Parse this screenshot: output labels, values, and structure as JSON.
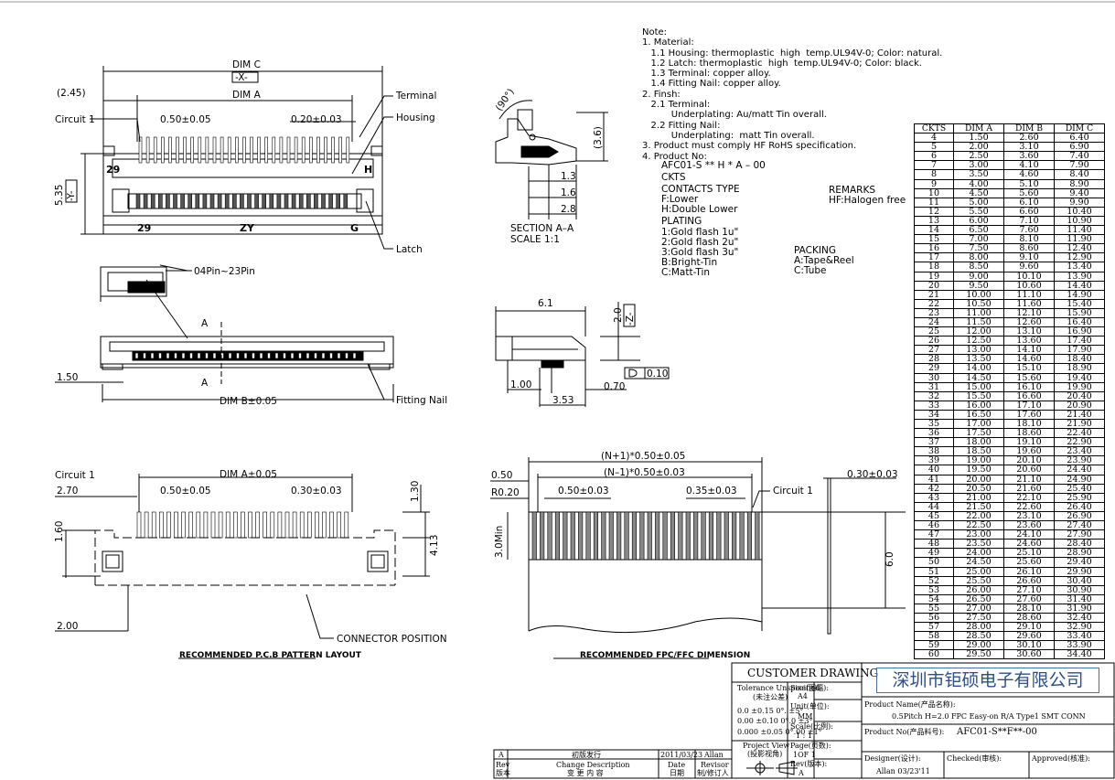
{
  "top_view": {
    "dim_c": "DIM C",
    "x_datum": "-X-",
    "dim_a": "DIM A",
    "offset": "(2.45)",
    "circuit1": "Circuit 1",
    "pitch": "0.50±0.05",
    "pitch_end": "0.20±0.03",
    "terminal": "Terminal",
    "housing": "Housing",
    "height": "5.35",
    "y_datum": "-Y-",
    "mark_29_top": "29",
    "mark_h": "H",
    "mark_29": "29",
    "mark_zy": "ZY",
    "mark_g": "G",
    "latch": "Latch"
  },
  "side_view": {
    "pins": "04Pin~23Pin",
    "a_label_top": "A",
    "a_label_bottom": "A",
    "offset": "1.50",
    "dim_b": "DIM B±0.05",
    "fitting_nail": "Fitting Nail"
  },
  "section": {
    "angle": "(90°)",
    "h": "(3.6)",
    "d1": "1.3",
    "d2": "1.6",
    "d3": "2.8",
    "title": "SECTION  A–A",
    "scale": "SCALE     1:1"
  },
  "end_view": {
    "width": "6.1",
    "height": "2.0",
    "z_datum": "-Z-",
    "flat": "0.10",
    "d100": "1.00",
    "d070": "0.70",
    "d353": "3.53"
  },
  "notes": [
    "Note:",
    "1. Material:",
    "   1.1 Housing: thermoplastic  high  temp.UL94V-0; Color: natural.",
    "   1.2 Latch: thermoplastic  high  temp.UL94V-0; Color: black.",
    "   1.3 Terminal: copper alloy.",
    "   1.4 Fitting Nail: copper alloy.",
    "2. Finsh:",
    "   2.1 Terminal:",
    "          Underplating: Au/matt Tin overall.",
    "   2.2 Fitting Nail:",
    "          Underplating:  matt Tin overall.",
    "3. Product must comply HF RoHS specification.",
    "4. Product No:"
  ],
  "product_code": {
    "code": "AFC01-S   **    H    *    A  –  00",
    "ckts": "CKTS",
    "contacts_type": "CONTACTS TYPE",
    "f": "F:Lower",
    "h": "H:Double Lower",
    "plating": "PLATING",
    "p1": "1:Gold flash 1u\"",
    "p2": "2:Gold flash 2u\"",
    "p3": "3:Gold flash 3u\"",
    "pb": "B:Bright-Tin",
    "pc": "C:Matt-Tin",
    "remarks": "REMARKS",
    "hf": "HF:Halogen free",
    "packing": "PACKING",
    "pa": "A:Tape&Reel",
    "pc2": "C:Tube"
  },
  "pcb": {
    "circuit1": "Circuit 1",
    "dim_a": "DIM A±0.05",
    "d270": "2.70",
    "pitch": "0.50±0.05",
    "pitch_end": "0.30±0.03",
    "d130": "1.30",
    "d160": "1.60",
    "d413": "4.13",
    "d200": "2.00",
    "connector_position": "CONNECTOR POSITION",
    "title": "RECOMMENDED P.C.B PATTERN LAYOUT"
  },
  "ffc": {
    "np1": "(N+1)*0.50±0.05",
    "nm1": "(N–1)*0.50±0.03",
    "d050": "0.50",
    "r020": "R0.20",
    "pitch": "0.50±0.03",
    "pitch_end": "0.35±0.03",
    "circuit1": "Circuit 1",
    "min": "3.0Min",
    "d60": "6.0",
    "thick": "0.30±0.03",
    "title": "RECOMMENDED FPC/FFC DIMENSION"
  },
  "table": {
    "headers": [
      "CKTS",
      "DIM A",
      "DIM B",
      "DIM C"
    ],
    "rows": [
      [
        "4",
        "1.50",
        "2.60",
        "6.40"
      ],
      [
        "5",
        "2.00",
        "3.10",
        "6.90"
      ],
      [
        "6",
        "2.50",
        "3.60",
        "7.40"
      ],
      [
        "7",
        "3.00",
        "4.10",
        "7.90"
      ],
      [
        "8",
        "3.50",
        "4.60",
        "8.40"
      ],
      [
        "9",
        "4.00",
        "5.10",
        "8.90"
      ],
      [
        "10",
        "4.50",
        "5.60",
        "9.40"
      ],
      [
        "11",
        "5.00",
        "6.10",
        "9.90"
      ],
      [
        "12",
        "5.50",
        "6.60",
        "10.40"
      ],
      [
        "13",
        "6.00",
        "7.10",
        "10.90"
      ],
      [
        "14",
        "6.50",
        "7.60",
        "11.40"
      ],
      [
        "15",
        "7.00",
        "8.10",
        "11.90"
      ],
      [
        "16",
        "7.50",
        "8.60",
        "12.40"
      ],
      [
        "17",
        "8.00",
        "9.10",
        "12.90"
      ],
      [
        "18",
        "8.50",
        "9.60",
        "13.40"
      ],
      [
        "19",
        "9.00",
        "10.10",
        "13.90"
      ],
      [
        "20",
        "9.50",
        "10.60",
        "14.40"
      ],
      [
        "21",
        "10.00",
        "11.10",
        "14.90"
      ],
      [
        "22",
        "10.50",
        "11.60",
        "15.40"
      ],
      [
        "23",
        "11.00",
        "12.10",
        "15.90"
      ],
      [
        "24",
        "11.50",
        "12.60",
        "16.40"
      ],
      [
        "25",
        "12.00",
        "13.10",
        "16.90"
      ],
      [
        "26",
        "12.50",
        "13.60",
        "17.40"
      ],
      [
        "27",
        "13.00",
        "14.10",
        "17.90"
      ],
      [
        "28",
        "13.50",
        "14.60",
        "18.40"
      ],
      [
        "29",
        "14.00",
        "15.10",
        "18.90"
      ],
      [
        "30",
        "14.50",
        "15.60",
        "19.40"
      ],
      [
        "31",
        "15.00",
        "16.10",
        "19.90"
      ],
      [
        "32",
        "15.50",
        "16.60",
        "20.40"
      ],
      [
        "33",
        "16.00",
        "17.10",
        "20.90"
      ],
      [
        "34",
        "16.50",
        "17.60",
        "21.40"
      ],
      [
        "35",
        "17.00",
        "18.10",
        "21.90"
      ],
      [
        "36",
        "17.50",
        "18.60",
        "22.40"
      ],
      [
        "37",
        "18.00",
        "19.10",
        "22.90"
      ],
      [
        "38",
        "18.50",
        "19.60",
        "23.40"
      ],
      [
        "39",
        "19.00",
        "20.10",
        "23.90"
      ],
      [
        "40",
        "19.50",
        "20.60",
        "24.40"
      ],
      [
        "41",
        "20.00",
        "21.10",
        "24.90"
      ],
      [
        "42",
        "20.50",
        "21.60",
        "25.40"
      ],
      [
        "43",
        "21.00",
        "22.10",
        "25.90"
      ],
      [
        "44",
        "21.50",
        "22.60",
        "26.40"
      ],
      [
        "45",
        "22.00",
        "23.10",
        "26.90"
      ],
      [
        "46",
        "22.50",
        "23.60",
        "27.40"
      ],
      [
        "47",
        "23.00",
        "24.10",
        "27.90"
      ],
      [
        "48",
        "23.50",
        "24.60",
        "28.40"
      ],
      [
        "49",
        "24.00",
        "25.10",
        "28.90"
      ],
      [
        "50",
        "24.50",
        "25.60",
        "29.40"
      ],
      [
        "51",
        "25.00",
        "26.10",
        "29.90"
      ],
      [
        "52",
        "25.50",
        "26.60",
        "30.40"
      ],
      [
        "53",
        "26.00",
        "27.10",
        "30.90"
      ],
      [
        "54",
        "26.50",
        "27.60",
        "31.40"
      ],
      [
        "55",
        "27.00",
        "28.10",
        "31.90"
      ],
      [
        "56",
        "27.50",
        "28.60",
        "32.40"
      ],
      [
        "57",
        "28.00",
        "29.10",
        "32.90"
      ],
      [
        "58",
        "28.50",
        "29.60",
        "33.40"
      ],
      [
        "59",
        "29.00",
        "30.10",
        "33.90"
      ],
      [
        "60",
        "29.50",
        "30.60",
        "34.40"
      ]
    ]
  },
  "title_block": {
    "customer_drawing": "CUSTOMER DRAWING",
    "company": "深圳市钜硕电子有限公司",
    "tolerance": "Tolerance Unspecified",
    "tolerance_cn": "(未注公差)",
    "tol1": "0.0   ±0.15  0°.    ±5°",
    "tol2": "0.00  ±0.10  0°.0   ±3°",
    "tol3": "0.000 ±0.05  0°.00  ±1°",
    "size_label": "Size(图幅):",
    "size": "A4",
    "unit_label": "Unit(单位):",
    "unit": "MM",
    "scale_label": "Scale(比例):",
    "scale": "1 : 1",
    "page_label": "Page(页数):",
    "page": "1OF 1",
    "rev_label": "Rev(版本):",
    "rev": "A",
    "project_view": "Project View",
    "project_view_cn": "(投影视角)",
    "product_name_label": "Product Name(产品名称):",
    "product_name": "0.5Pitch H=2.0 FPC Easy-on R/A Type1 SMT CONN",
    "product_no_label": "Product No(产品料号):",
    "product_no": "AFC01-S**F**-00",
    "designer_label": "Designer(设计):",
    "designer": "Allan 03/23'11",
    "checked_label": "Checked(审核):",
    "approved_label": "Approved(核准):",
    "rev_row_rev": "A",
    "rev_row_desc": "初版发行",
    "rev_row_date": "2011/03/23",
    "rev_row_by": "Allan",
    "h_rev": "Rev",
    "h_rev_cn": "版本",
    "h_desc": "Change Description",
    "h_desc_cn": "变 更 内 容",
    "h_date": "Date",
    "h_date_cn": "日期",
    "h_reviser": "Revisor",
    "h_reviser_cn": "制/修订人"
  }
}
